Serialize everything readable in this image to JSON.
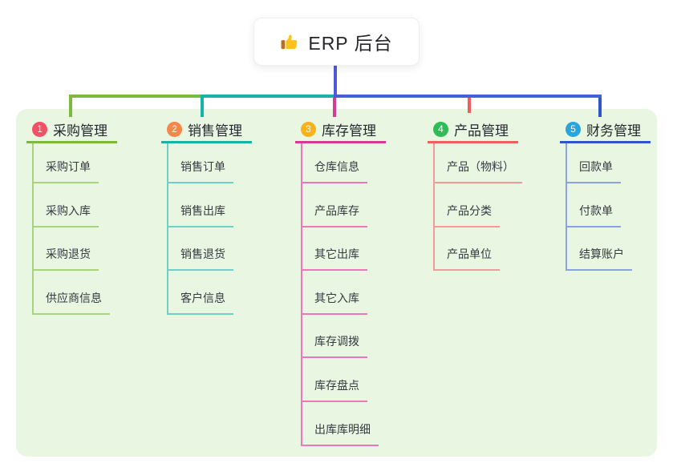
{
  "root": {
    "label": "ERP 后台",
    "icon": "thumbs-up-icon"
  },
  "branches": [
    {
      "index": "1",
      "title": "采购管理",
      "badge_color": "#f25067",
      "line_color": "#7cb93e",
      "item_line_color": "#a9d47e",
      "items": [
        "采购订单",
        "采购入库",
        "采购退货",
        "供应商信息"
      ]
    },
    {
      "index": "2",
      "title": "销售管理",
      "badge_color": "#f8854a",
      "line_color": "#17b3a6",
      "item_line_color": "#6fd0c5",
      "items": [
        "销售订单",
        "销售出库",
        "销售退货",
        "客户信息"
      ]
    },
    {
      "index": "3",
      "title": "库存管理",
      "badge_color": "#f9b21c",
      "line_color": "#d63a96",
      "item_line_color": "#ee76bb",
      "items": [
        "仓库信息",
        "产品库存",
        "其它出库",
        "其它入库",
        "库存调拨",
        "库存盘点",
        "出库库明细"
      ]
    },
    {
      "index": "4",
      "title": "产品管理",
      "badge_color": "#2dbd57",
      "line_color": "#f25e5e",
      "item_line_color": "#f59a9a",
      "items": [
        "产品（物料）",
        "产品分类",
        "产品单位"
      ]
    },
    {
      "index": "5",
      "title": "财务管理",
      "badge_color": "#27a5dd",
      "line_color": "#2f55c9",
      "item_line_color": "#8aa2e6",
      "items": [
        "回款单",
        "付款单",
        "结算账户"
      ]
    }
  ],
  "colors": {
    "root_line": "#4f5bd5",
    "bus_blue": "#3f62d9",
    "panel_bg": "#e9f6e2",
    "canvas_bg": "#ffffff"
  }
}
